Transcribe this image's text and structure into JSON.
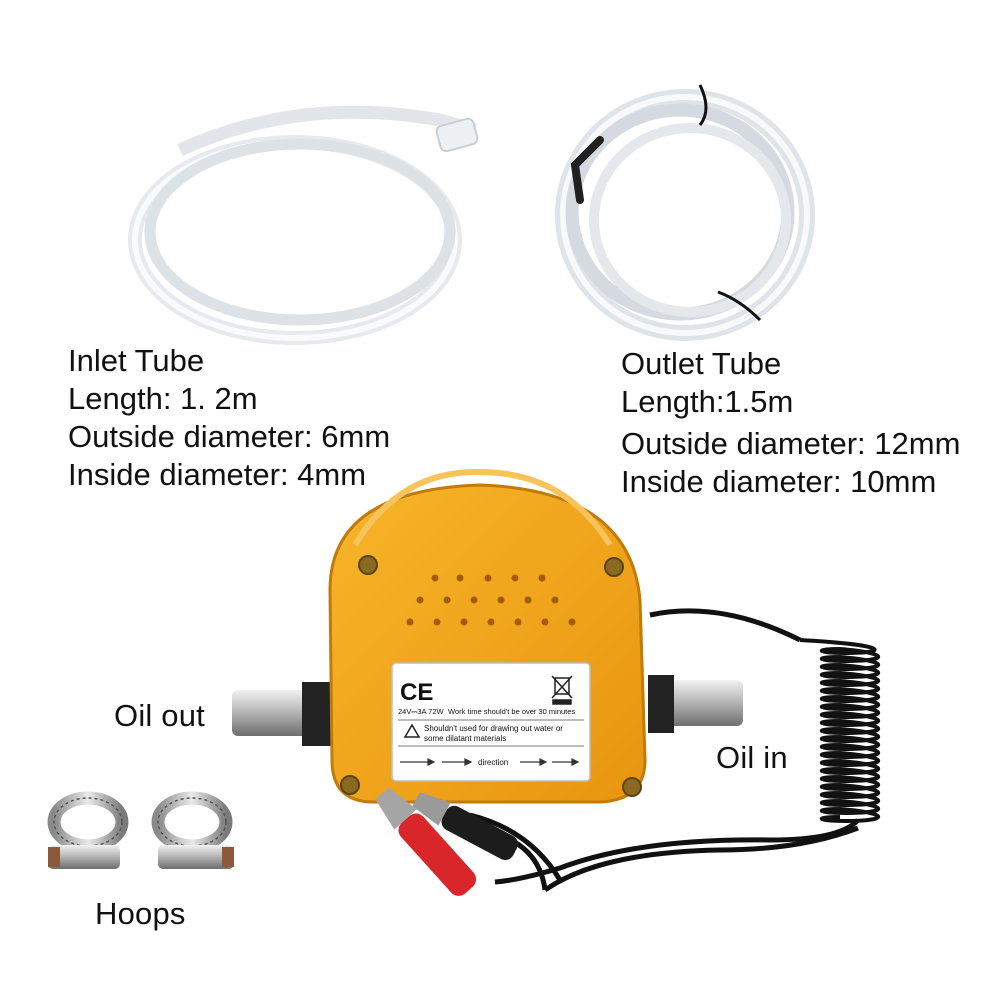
{
  "inlet_tube": {
    "title": "Inlet Tube",
    "length": "Length: 1. 2m",
    "outside_diameter": "Outside diameter: 6mm",
    "inside_diameter": "Inside diameter: 4mm"
  },
  "outlet_tube": {
    "title": "Outlet Tube",
    "length": "Length:1.5m",
    "outside_diameter": "Outside diameter: 12mm",
    "inside_diameter": "Inside diameter: 10mm"
  },
  "callouts": {
    "oil_out": "Oil out",
    "oil_in": "Oil in",
    "hoops": "Hoops"
  },
  "pump_label": {
    "ce_mark": "CE",
    "rating": "24V⎓3A 72W",
    "work_time": "Work time should't be over 30 minutes",
    "warning_line1": "Shouldn't used for drawing out water or",
    "warning_line2": "some dilatant materials",
    "direction": "direction"
  },
  "colors": {
    "pump_body": "#f4a81c",
    "pump_shadow": "#d98a0b",
    "tube": "#e8ecef",
    "clip_red": "#d8262a",
    "clip_black": "#1c1c1c"
  }
}
